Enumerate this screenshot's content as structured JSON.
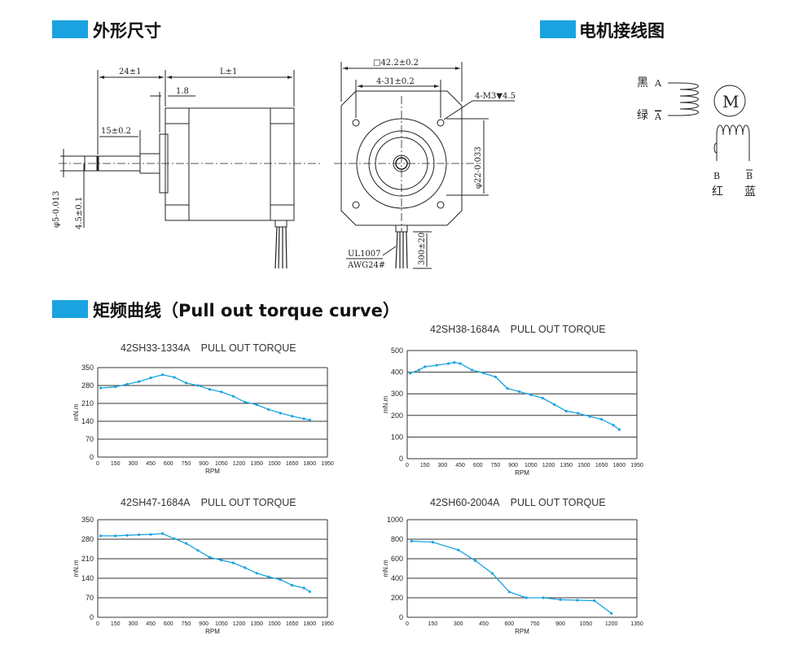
{
  "sections": {
    "dimensions": "外形尺寸",
    "wiring": "电机接线图",
    "curves": "矩频曲线（Pull out torque curve）"
  },
  "drawing": {
    "side": {
      "d_24": "24±1",
      "d_L": "L±1",
      "d_18": "1.8",
      "d_15": "15±0.2",
      "d_phi5": "φ5-0.013",
      "d_45": "4.5±0.1"
    },
    "front": {
      "d_422": "□42.2±0.2",
      "d_431": "4-31±0.2",
      "d_m3": "4-M3▼4.5",
      "d_phi22": "φ22-0.033",
      "d_300": "300±20",
      "cable_1": "UL1007",
      "cable_2": "AWG24#"
    }
  },
  "wiring": {
    "a_color": "黑",
    "a_label": "A",
    "abar_color": "绿",
    "abar_label": "A",
    "b_label": "B",
    "b_color": "红",
    "bbar_label": "B",
    "bbar_color": "蓝",
    "motor_label": "M"
  },
  "colors": {
    "accent": "#1aa3e0",
    "curve": "#1aa3e0"
  },
  "chart_data": [
    {
      "type": "line",
      "title": "42SH33-1334A    PULL OUT TORQUE",
      "ylabel": "mN.m",
      "xlabel": "RPM",
      "ylim": [
        0,
        350
      ],
      "xlim": [
        0,
        1950
      ],
      "yticks": [
        0,
        70,
        140,
        210,
        280,
        350
      ],
      "xticks": [
        0,
        150,
        300,
        450,
        600,
        750,
        900,
        1050,
        1200,
        1350,
        1500,
        1650,
        1800,
        1950
      ],
      "grid": true,
      "x": [
        25,
        150,
        250,
        350,
        450,
        550,
        650,
        750,
        850,
        950,
        1050,
        1150,
        1250,
        1350,
        1450,
        1550,
        1650,
        1750,
        1800
      ],
      "y": [
        270,
        275,
        285,
        295,
        310,
        322,
        312,
        290,
        280,
        265,
        255,
        238,
        215,
        205,
        186,
        172,
        160,
        150,
        145
      ]
    },
    {
      "type": "line",
      "title": "42SH38-1684A    PULL OUT TORQUE",
      "ylabel": "mN.m",
      "xlabel": "RPM",
      "ylim": [
        0,
        500
      ],
      "xlim": [
        0,
        1950
      ],
      "yticks": [
        0,
        100,
        200,
        300,
        400,
        500
      ],
      "xticks": [
        0,
        150,
        300,
        450,
        600,
        750,
        900,
        1050,
        1200,
        1350,
        1500,
        1650,
        1800,
        1950
      ],
      "grid": true,
      "x": [
        25,
        100,
        150,
        250,
        350,
        400,
        450,
        550,
        650,
        750,
        850,
        950,
        1050,
        1150,
        1250,
        1350,
        1450,
        1550,
        1650,
        1750,
        1800
      ],
      "y": [
        395,
        410,
        425,
        432,
        440,
        445,
        440,
        410,
        395,
        378,
        325,
        310,
        295,
        280,
        250,
        220,
        210,
        195,
        182,
        155,
        135
      ]
    },
    {
      "type": "line",
      "title": "42SH47-1684A    PULL OUT TORQUE",
      "ylabel": "mN.m",
      "xlabel": "RPM",
      "ylim": [
        0,
        350
      ],
      "xlim": [
        0,
        1950
      ],
      "yticks": [
        0,
        70,
        140,
        210,
        280,
        350
      ],
      "xticks": [
        0,
        150,
        300,
        450,
        600,
        750,
        900,
        1050,
        1200,
        1350,
        1500,
        1650,
        1800,
        1950
      ],
      "grid": true,
      "x": [
        25,
        150,
        250,
        350,
        450,
        550,
        650,
        750,
        850,
        950,
        1050,
        1150,
        1250,
        1350,
        1450,
        1550,
        1650,
        1750,
        1800
      ],
      "y": [
        292,
        292,
        294,
        296,
        297,
        300,
        282,
        265,
        240,
        215,
        205,
        195,
        178,
        158,
        145,
        135,
        115,
        105,
        92
      ]
    },
    {
      "type": "line",
      "title": "42SH60-2004A    PULL OUT TORQUE",
      "ylabel": "mN.m",
      "xlabel": "RPM",
      "ylim": [
        0,
        1000
      ],
      "xlim": [
        0,
        1350
      ],
      "yticks": [
        0,
        200,
        400,
        600,
        800,
        1000
      ],
      "xticks": [
        0,
        150,
        300,
        450,
        600,
        750,
        900,
        1050,
        1200,
        1350
      ],
      "grid": true,
      "x": [
        25,
        150,
        300,
        400,
        500,
        600,
        700,
        800,
        900,
        1000,
        1100,
        1200
      ],
      "y": [
        780,
        770,
        690,
        580,
        450,
        260,
        200,
        200,
        180,
        175,
        170,
        40
      ]
    }
  ]
}
